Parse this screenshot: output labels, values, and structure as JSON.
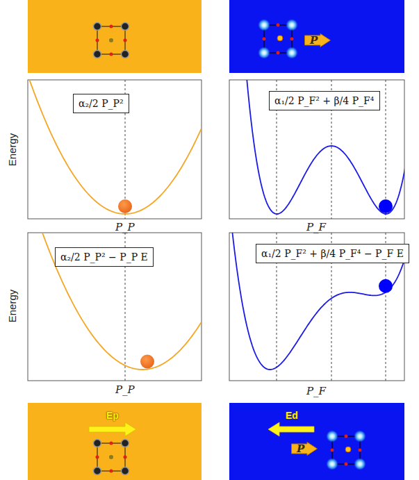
{
  "diagram": {
    "nodes": [
      {
        "text": [
          "P"
        ]
      },
      {
        "text": [
          "α₂/2 P_P²"
        ]
      },
      {
        "text": [
          "α₁/2 P_F² + β/4 P_F⁴"
        ]
      },
      {
        "text": [
          "α₂/2 P_P² − P_P E"
        ]
      },
      {
        "text": [
          "α₁/2 P_F² + β/4 P_F⁴ − P_F E"
        ]
      },
      {
        "text": [
          "P"
        ]
      }
    ],
    "labels": [
      "Energy",
      "P_P",
      "P_F",
      "Energy",
      "P_P",
      "P_F",
      "Ep",
      "Ed"
    ]
  }
}
